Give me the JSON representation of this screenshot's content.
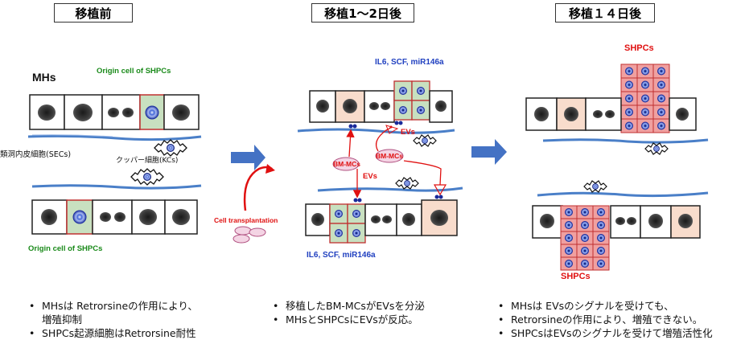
{
  "panels": {
    "before": {
      "title": "移植前"
    },
    "days12": {
      "title": "移植1〜2日後"
    },
    "day14": {
      "title": "移植１４日後"
    }
  },
  "labels": {
    "mhs": "MHs",
    "origin_top": "Origin cell of SHPCs",
    "origin_bottom": "Origin cell of SHPCs",
    "secs": "類洞内皮細胞(SECs)",
    "kcs": "クッパー細胞(KCs)",
    "cell_transplantation": "Cell transplantation",
    "il6_top": "IL6, SCF, miR146a",
    "il6_bottom": "IL6, SCF, miR146a",
    "evs_1": "EVs",
    "evs_2": "EVs",
    "bmmcs_1": "BM-MCs",
    "bmmcs_2": "BM-MCs",
    "shpcs_top": "SHPCs",
    "shpcs_bottom": "SHPCs"
  },
  "bullets": {
    "before": [
      "MHsは Retrorsineの作用により、",
      "増殖抑制",
      "SHPCs起源細胞はRetrorsine耐性"
    ],
    "days12": [
      "移植したBM-MCsがEVsを分泌",
      "MHsとSHPCsにEVsが反応。"
    ],
    "day14": [
      "MHsは EVsのシグナルを受けても、",
      "Retrorsineの作用により、増殖できない。",
      "SHPCsはEVsのシグナルを受けて増殖活性化"
    ]
  },
  "colors": {
    "green_label": "#1a8a1a",
    "blue_label": "#2040c0",
    "red_label": "#e01010",
    "cell_green": "#c8e0c0",
    "cell_peach": "#f8dccc",
    "cell_red": "#f0a0a0",
    "arrow_blue": "#4472c4",
    "vessel_blue": "#4a7fc8"
  }
}
